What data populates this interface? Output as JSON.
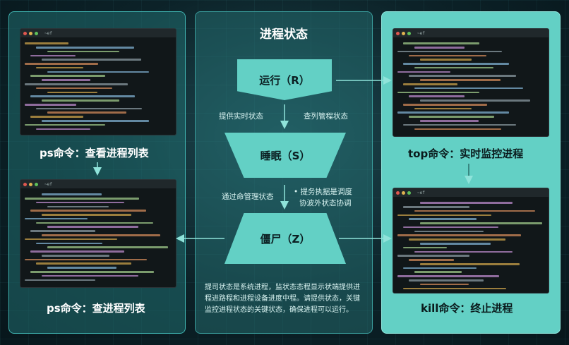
{
  "title": "进程状态",
  "states": {
    "running": "运行（R）",
    "sleeping": "睡眠（S）",
    "zombie": "僵尸（Z）"
  },
  "transitions": {
    "left_1": "提供实时状态",
    "right_1": "查列管程状态",
    "left_2": "通过命管理状态",
    "right_2_line1": "• 提务执据是调度",
    "right_2_line2": "协波外状态协调"
  },
  "description": "提司状态是系统进程，监状态态程显示状端提供进程进路程和进程设备进度中程。请提供状态，关键监控进程状态的关键状态，确保进程可以运行。",
  "commands": {
    "ps_list": "ps命令：查看进程列表",
    "ps_query": "ps命令：查进程列表",
    "top": "top命令：实时监控进程",
    "kill": "kill命令：终止进程"
  },
  "terminal_title": "  ~ef",
  "colors": {
    "accent": "#63d0c5",
    "panel_dark": "#216e70",
    "background": "#0c2228",
    "arrow": "#8fe3da"
  }
}
